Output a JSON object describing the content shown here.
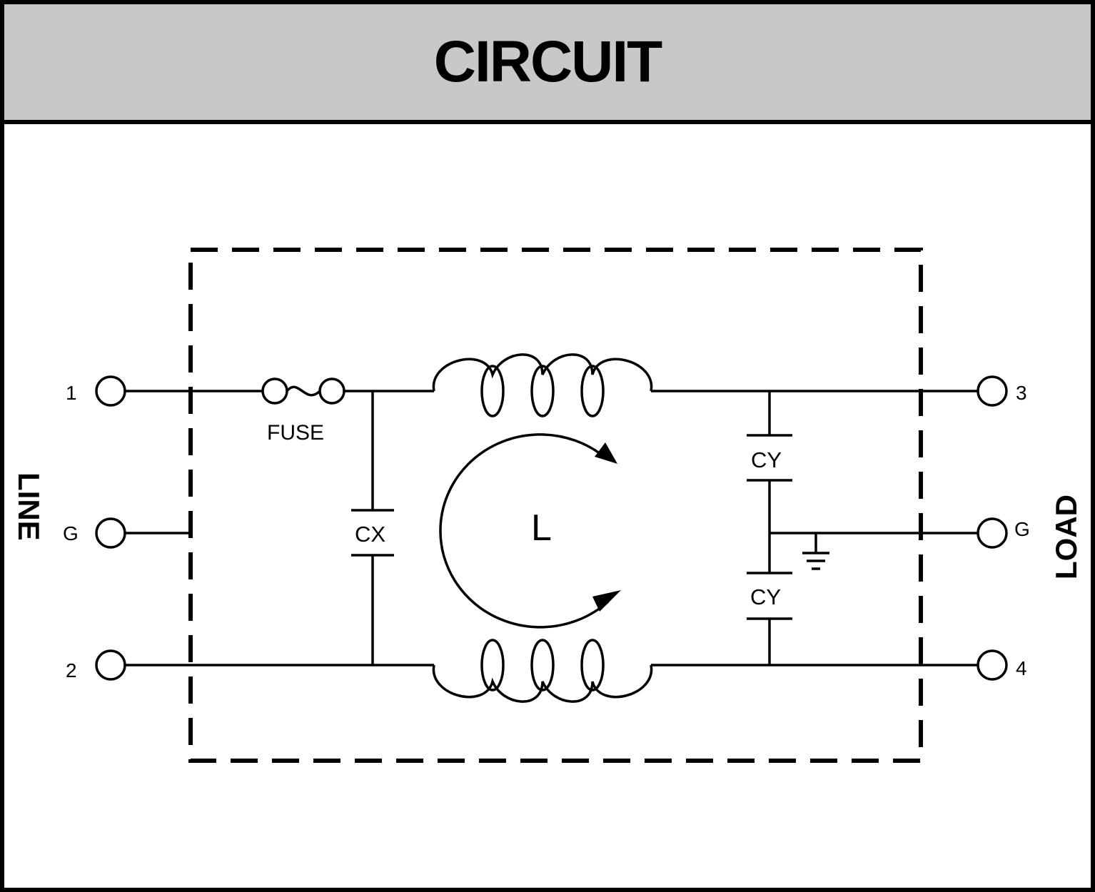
{
  "title": "CIRCUIT",
  "side_labels": {
    "line": "LINE",
    "load": "LOAD"
  },
  "terminals": {
    "t1": "1",
    "tg_line": "G",
    "t2": "2",
    "t3": "3",
    "tg_load": "G",
    "t4": "4"
  },
  "components": {
    "fuse": "FUSE",
    "cx": "CX",
    "cy_top": "CY",
    "cy_bottom": "CY",
    "inductor": "L"
  }
}
